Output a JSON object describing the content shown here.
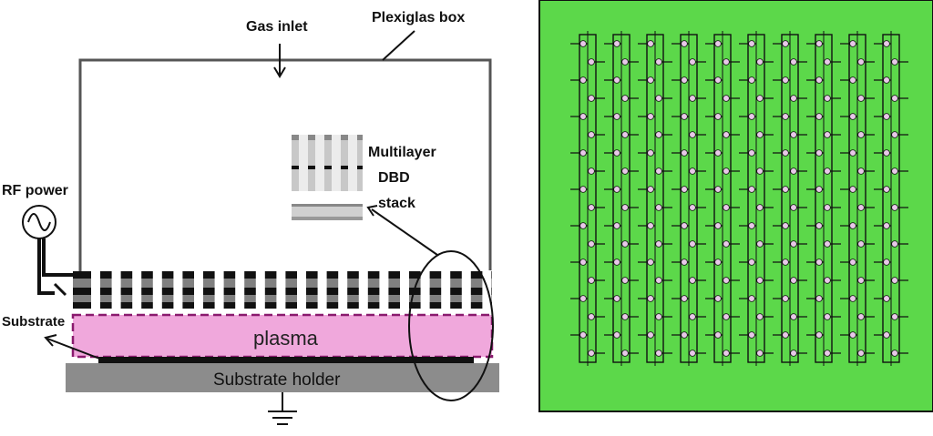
{
  "diagram": {
    "labels": {
      "gas_inlet": "Gas inlet",
      "plexiglas_box": "Plexiglas box",
      "multilayer_line1": "Multilayer",
      "multilayer_line2": "DBD",
      "multilayer_line3": "stack",
      "rf_power": "RF power",
      "substrate": "Substrate",
      "plasma": "plasma",
      "substrate_holder": "Substrate holder"
    },
    "colors": {
      "plasma_fill": "#f0a8dc",
      "plasma_border": "#8a1a6e",
      "holder_fill": "#8c8c8c",
      "electrode_dark": "#111111",
      "electrode_gray": "#808080",
      "pattern_background": "#5cd84a",
      "pattern_lines": "#111111",
      "pattern_dots": "#e8c8e8"
    },
    "pattern": {
      "columns": 10,
      "rows": 18
    }
  }
}
